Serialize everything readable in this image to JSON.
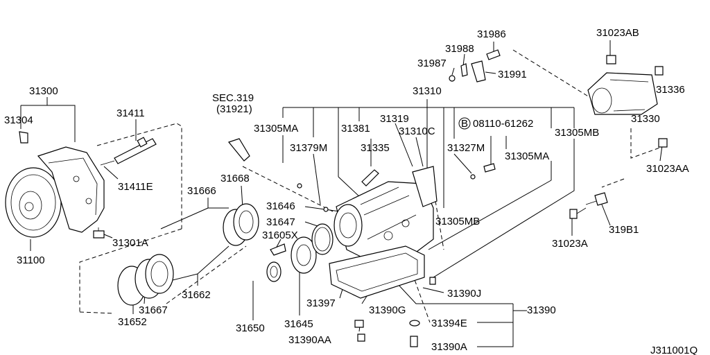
{
  "diagram": {
    "part_numbers": {
      "p31300": "31300",
      "p31304": "31304",
      "p31100": "31100",
      "p31411": "31411",
      "p31411e": "31411E",
      "p31301a": "31301A",
      "p31666": "31666",
      "p31668": "31668",
      "p31662": "31662",
      "p31667": "31667",
      "p31652": "31652",
      "p31646": "31646",
      "p31647": "31647",
      "p31605x": "31605X",
      "p31650": "31650",
      "p31645": "31645",
      "p31390aa": "31390AA",
      "p31397": "31397",
      "p31390g": "31390G",
      "p31390j": "31390J",
      "p31390": "31390",
      "p31394e": "31394E",
      "p31390a": "31390A",
      "p31310": "31310",
      "p31305ma_a": "31305MA",
      "p31379m": "31379M",
      "p31381": "31381",
      "p31319": "31319",
      "p31310c": "31310C",
      "p31335": "31335",
      "p31327m": "31327M",
      "p08110": "08110-61262",
      "p31305mb_a": "31305MB",
      "p31305ma_b": "31305MA",
      "p31305mb_b": "31305MB",
      "p31986": "31986",
      "p31988": "31988",
      "p31987": "31987",
      "p31991": "31991",
      "p31023ab": "31023AB",
      "p31336": "31336",
      "p31330": "31330",
      "p31023aa": "31023AA",
      "p31023a": "31023A",
      "p31981": "319B1"
    },
    "section_ref": "SEC.319",
    "section_sub": "(31921)",
    "bolt_marker": "B",
    "drawing_code": "J311001Q"
  }
}
